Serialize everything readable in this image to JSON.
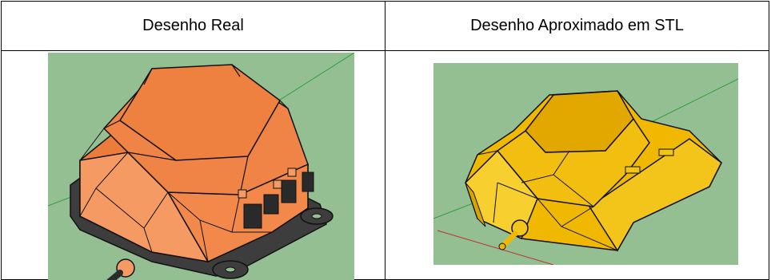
{
  "table": {
    "headers": [
      "Desenho Real",
      "Desenho Aproximado em STL"
    ]
  },
  "images": [
    {
      "subject": "orange-3d-enclosure-model",
      "background_color": "#93bf93",
      "body_color": "#f08040"
    },
    {
      "subject": "yellow-stl-enclosure-model",
      "background_color": "#93bf93",
      "body_color": "#f0c000"
    }
  ]
}
